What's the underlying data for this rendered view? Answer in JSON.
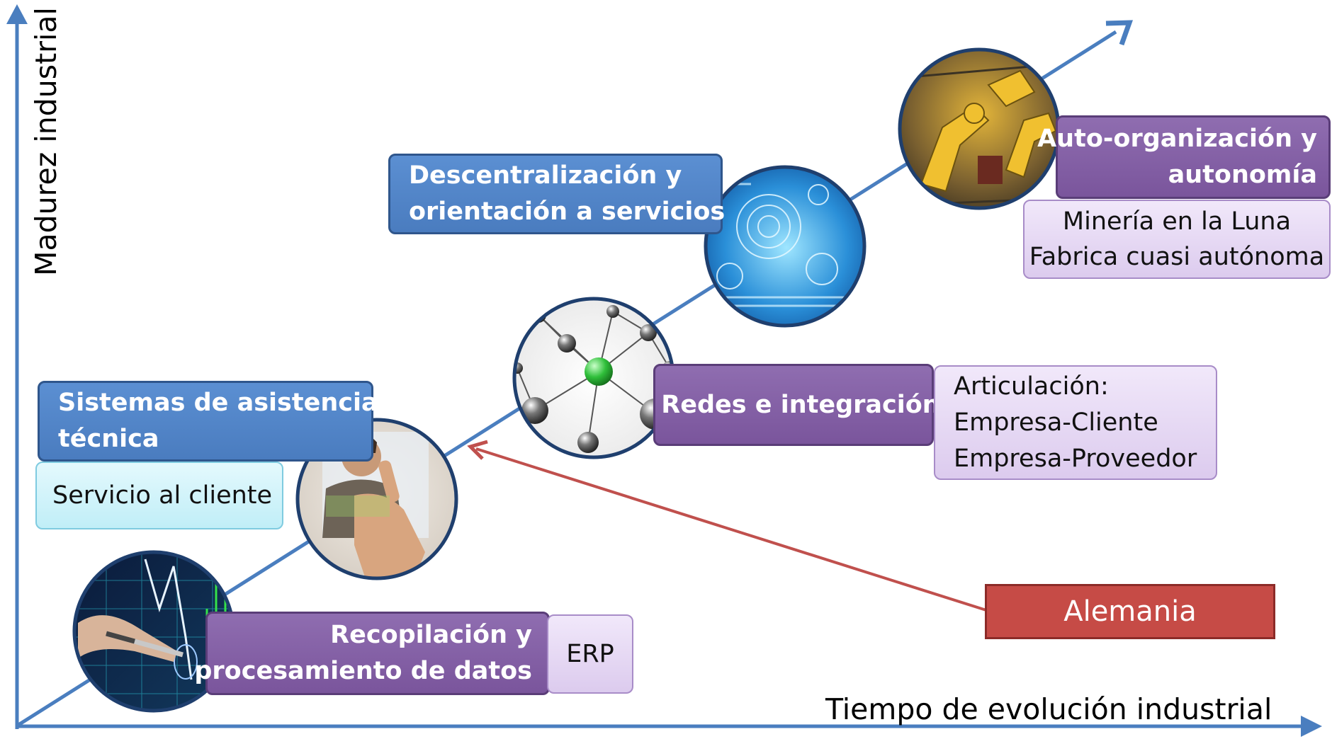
{
  "axes": {
    "y_label": "Madurez industrial",
    "x_label": "Tiempo de evolución industrial"
  },
  "stages": [
    {
      "title_lines": [
        "Recopilación y",
        "procesamiento de datos"
      ],
      "example_lines": [
        "ERP"
      ],
      "image": "stock-chart-pen-photo"
    },
    {
      "title_lines": [
        "Sistemas de asistencia",
        "técnica"
      ],
      "example_lines": [
        "Servicio al cliente"
      ],
      "image": "person-touchscreen-photo"
    },
    {
      "title_lines": [
        "Redes e integración"
      ],
      "example_lines": [
        "Articulación:",
        "Empresa-Cliente",
        "Empresa-Proveedor"
      ],
      "image": "network-nodes-photo"
    },
    {
      "title_lines": [
        "Descentralización y",
        "orientación a servicios"
      ],
      "example_lines": [],
      "image": "digital-interface-photo"
    },
    {
      "title_lines": [
        "Auto-organización y",
        "autonomía"
      ],
      "example_lines": [
        "Minería en la Luna",
        "Fabrica cuasi autónoma"
      ],
      "image": "industrial-robots-photo"
    }
  ],
  "highlight": {
    "label": "Alemania"
  },
  "colors": {
    "axis": "#4a7ebf",
    "trend_arrow": "#4a7ebf",
    "pointer_arrow": "#c0504d",
    "title_box_purple": "#8064a2",
    "title_box_blue": "#4f81bd",
    "example_box_lilac": "#e5d8f3",
    "example_box_aqua": "#d3f4fa",
    "highlight_box": "#c0504d"
  }
}
